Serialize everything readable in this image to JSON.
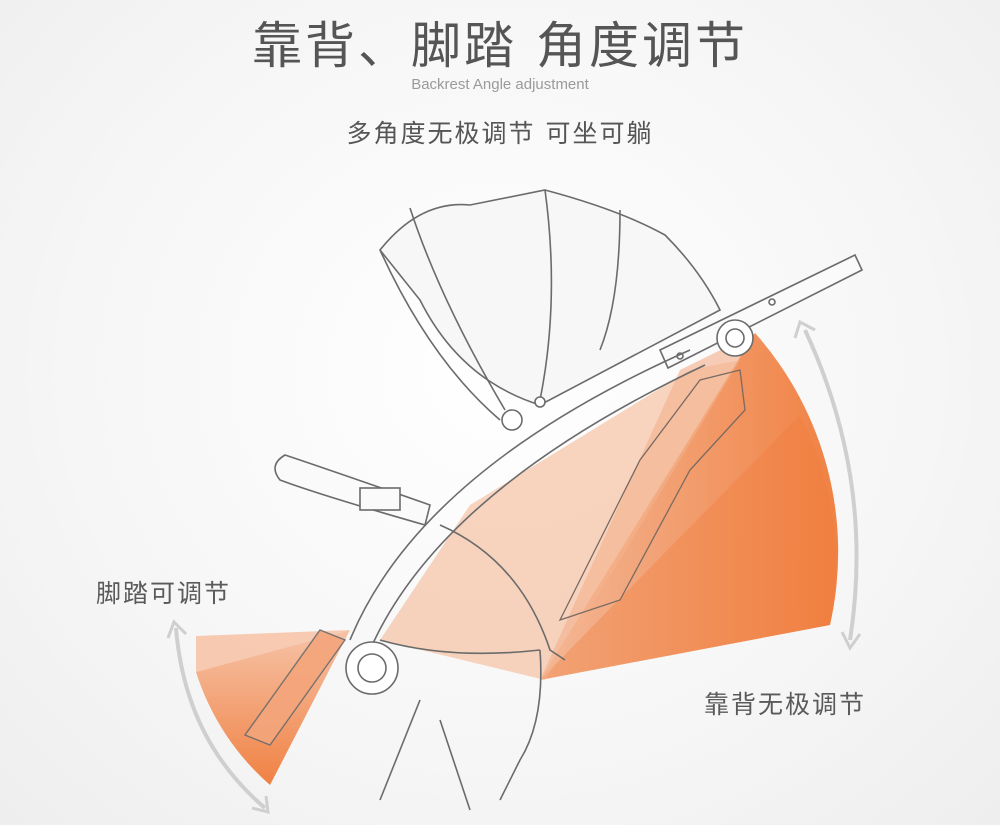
{
  "header": {
    "title": "靠背、脚踏 角度调节",
    "subtitle_en": "Backrest Angle adjustment",
    "subtitle_cn": "多角度无极调节 可坐可躺"
  },
  "labels": {
    "footrest": "脚踏可调节",
    "backrest": "靠背无极调节"
  },
  "colors": {
    "accent_orange": "#f07c3a",
    "light_orange": "#f6b38e",
    "line_gray": "#6b6b6b",
    "arrow_gray": "#c9c9c9"
  }
}
